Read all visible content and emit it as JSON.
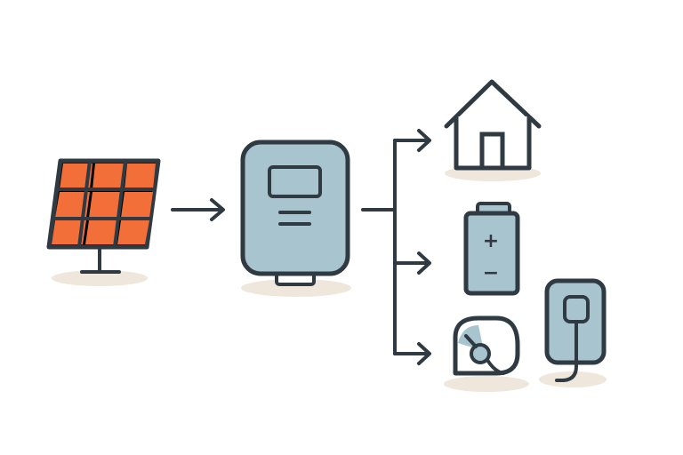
{
  "diagram": {
    "type": "solar-energy-flow",
    "colors": {
      "outline": "#2f3a42",
      "panel_cell": "#f26f3a",
      "device_fill": "#a8c4cf",
      "ground_shadow": "#efe6dc",
      "house_fill": "#ffffff",
      "background": "#ffffff"
    },
    "nodes": [
      {
        "id": "solar-panel",
        "icon": "solar-panel-icon"
      },
      {
        "id": "inverter",
        "icon": "inverter-icon"
      },
      {
        "id": "home",
        "icon": "house-icon"
      },
      {
        "id": "battery",
        "icon": "battery-icon",
        "symbols": {
          "positive": "+",
          "negative": "−"
        }
      },
      {
        "id": "ev-charger",
        "icon": "ev-charger-icon"
      },
      {
        "id": "wall-charger",
        "icon": "wall-charger-icon"
      }
    ],
    "connections": [
      {
        "from": "solar-panel",
        "to": "inverter"
      },
      {
        "from": "inverter",
        "to": "home"
      },
      {
        "from": "inverter",
        "to": "battery"
      },
      {
        "from": "inverter",
        "to": "ev-charger"
      }
    ]
  }
}
